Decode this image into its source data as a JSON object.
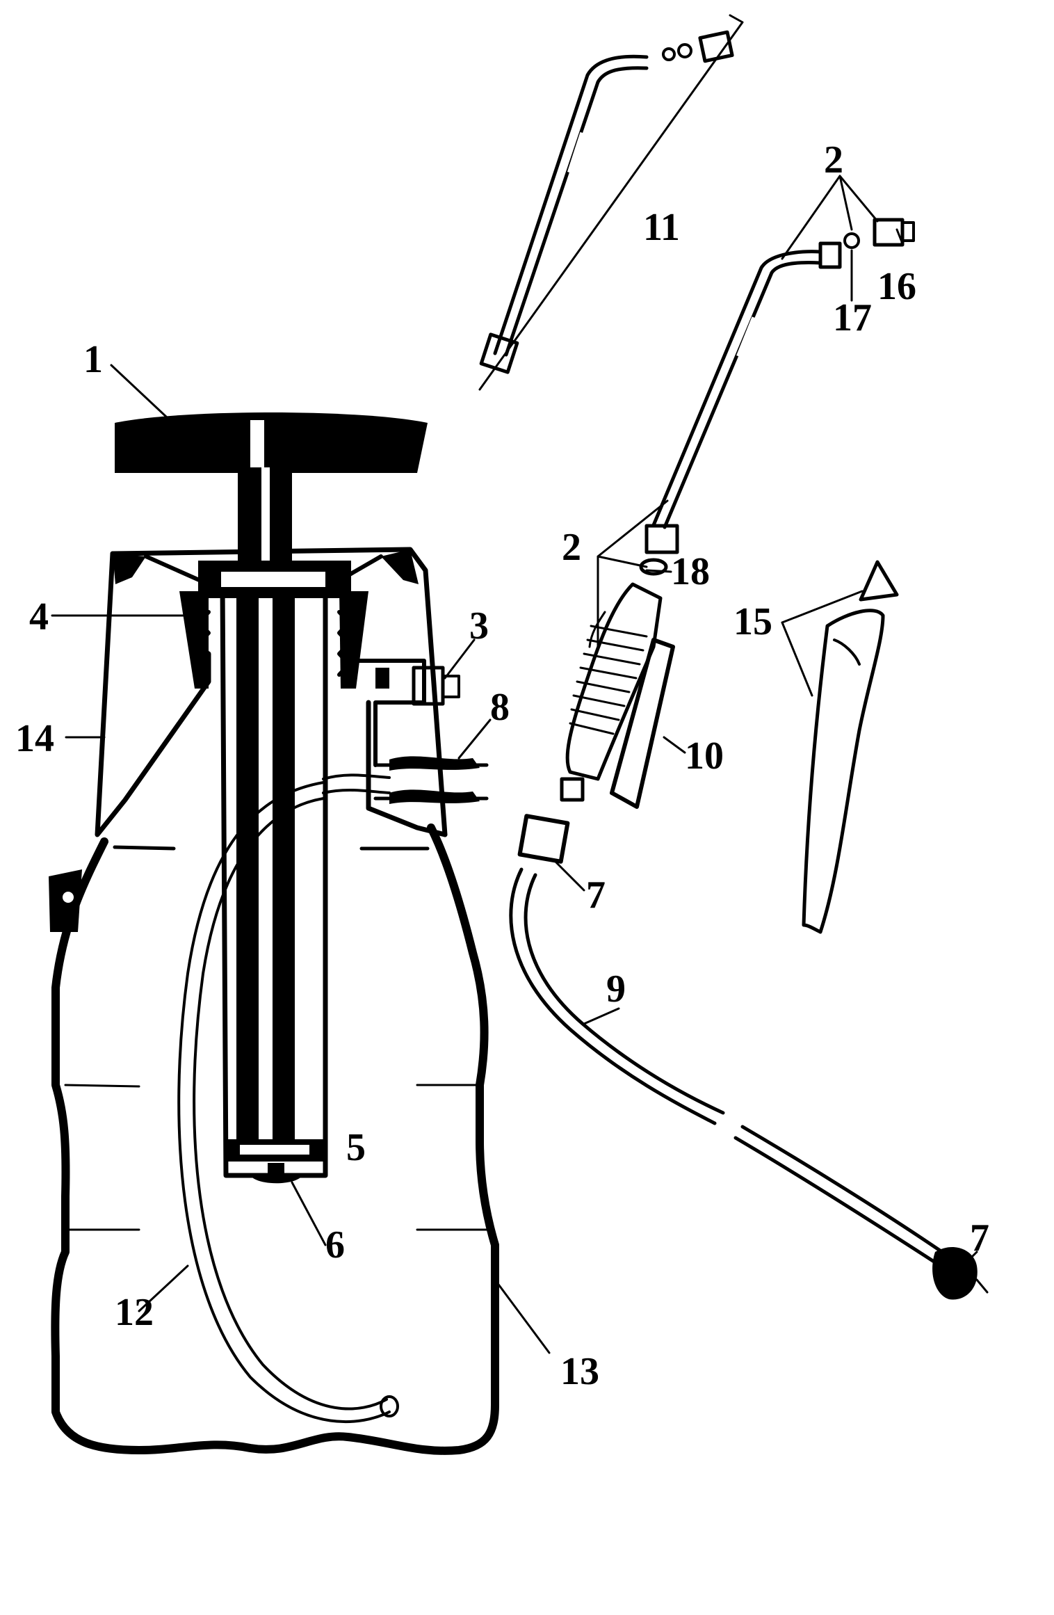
{
  "diagram": {
    "parts": [
      {
        "id": "handle",
        "label": "1"
      },
      {
        "id": "nozzle-set",
        "label": "2"
      },
      {
        "id": "pressure-valve",
        "label": "3"
      },
      {
        "id": "pump-seal",
        "label": "4"
      },
      {
        "id": "piston-seal",
        "label": "5"
      },
      {
        "id": "check-valve",
        "label": "6"
      },
      {
        "id": "hose-nut",
        "label": "7"
      },
      {
        "id": "hose-connector",
        "label": "8"
      },
      {
        "id": "hose",
        "label": "9"
      },
      {
        "id": "shut-off-valve",
        "label": "10"
      },
      {
        "id": "extension-lance",
        "label": "11"
      },
      {
        "id": "dip-tube",
        "label": "12"
      },
      {
        "id": "tank",
        "label": "13"
      },
      {
        "id": "tank-collar",
        "label": "14"
      },
      {
        "id": "shoulder-strap",
        "label": "15"
      },
      {
        "id": "nozzle-tip",
        "label": "16"
      },
      {
        "id": "nozzle-washer",
        "label": "17"
      },
      {
        "id": "lance-washer",
        "label": "18"
      }
    ],
    "secondary_labels": {
      "nozzle_set_upper": "2",
      "hose_nut_lower": "7"
    }
  }
}
